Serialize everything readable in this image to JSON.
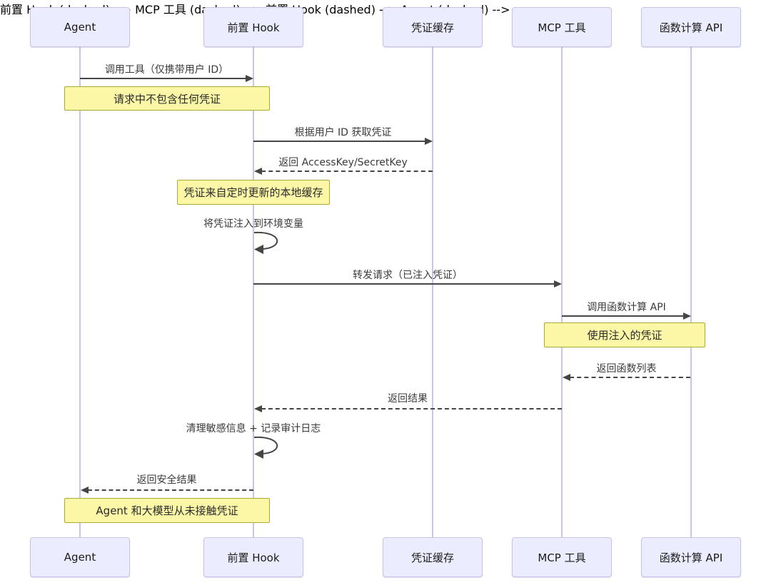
{
  "diagram_type": "sequence-diagram",
  "participants": [
    {
      "id": "agent",
      "label": "Agent"
    },
    {
      "id": "pre-hook",
      "label": "前置 Hook"
    },
    {
      "id": "credential-cache",
      "label": "凭证缓存"
    },
    {
      "id": "mcp-tool",
      "label": "MCP 工具"
    },
    {
      "id": "fc-api",
      "label": "函数计算 API"
    }
  ],
  "messages": [
    {
      "from": "agent",
      "to": "pre-hook",
      "style": "solid",
      "label": "调用工具（仅携带用户 ID）"
    },
    {
      "from": "pre-hook",
      "to": "credential-cache",
      "style": "solid",
      "label": "根据用户 ID 获取凭证"
    },
    {
      "from": "credential-cache",
      "to": "pre-hook",
      "style": "dashed",
      "label": "返回 AccessKey/SecretKey"
    },
    {
      "from": "pre-hook",
      "to": "pre-hook",
      "style": "self",
      "label": "将凭证注入到环境变量"
    },
    {
      "from": "pre-hook",
      "to": "mcp-tool",
      "style": "solid",
      "label": "转发请求（已注入凭证）"
    },
    {
      "from": "mcp-tool",
      "to": "fc-api",
      "style": "solid",
      "label": "调用函数计算 API"
    },
    {
      "from": "fc-api",
      "to": "mcp-tool",
      "style": "dashed",
      "label": "返回函数列表"
    },
    {
      "from": "mcp-tool",
      "to": "pre-hook",
      "style": "dashed",
      "label": "返回结果"
    },
    {
      "from": "pre-hook",
      "to": "pre-hook",
      "style": "self",
      "label": "清理敏感信息 + 记录审计日志"
    },
    {
      "from": "pre-hook",
      "to": "agent",
      "style": "dashed",
      "label": "返回安全结果"
    }
  ],
  "notes": [
    {
      "over": "agent,pre-hook",
      "label": "请求中不包含任何凭证"
    },
    {
      "over": "pre-hook",
      "label": "凭证来自定时更新的本地缓存"
    },
    {
      "over": "mcp-tool,fc-api",
      "label": "使用注入的凭证"
    },
    {
      "over": "agent,pre-hook",
      "label": "Agent 和大模型从未接触凭证"
    }
  ],
  "colors": {
    "actor_fill": "#ececff",
    "actor_border": "#c9c3e8",
    "note_fill": "#fbf7a6",
    "note_border": "#aaaa33",
    "line": "#454545",
    "lifeline": "#cbc3ea",
    "background": "#ffffff"
  }
}
